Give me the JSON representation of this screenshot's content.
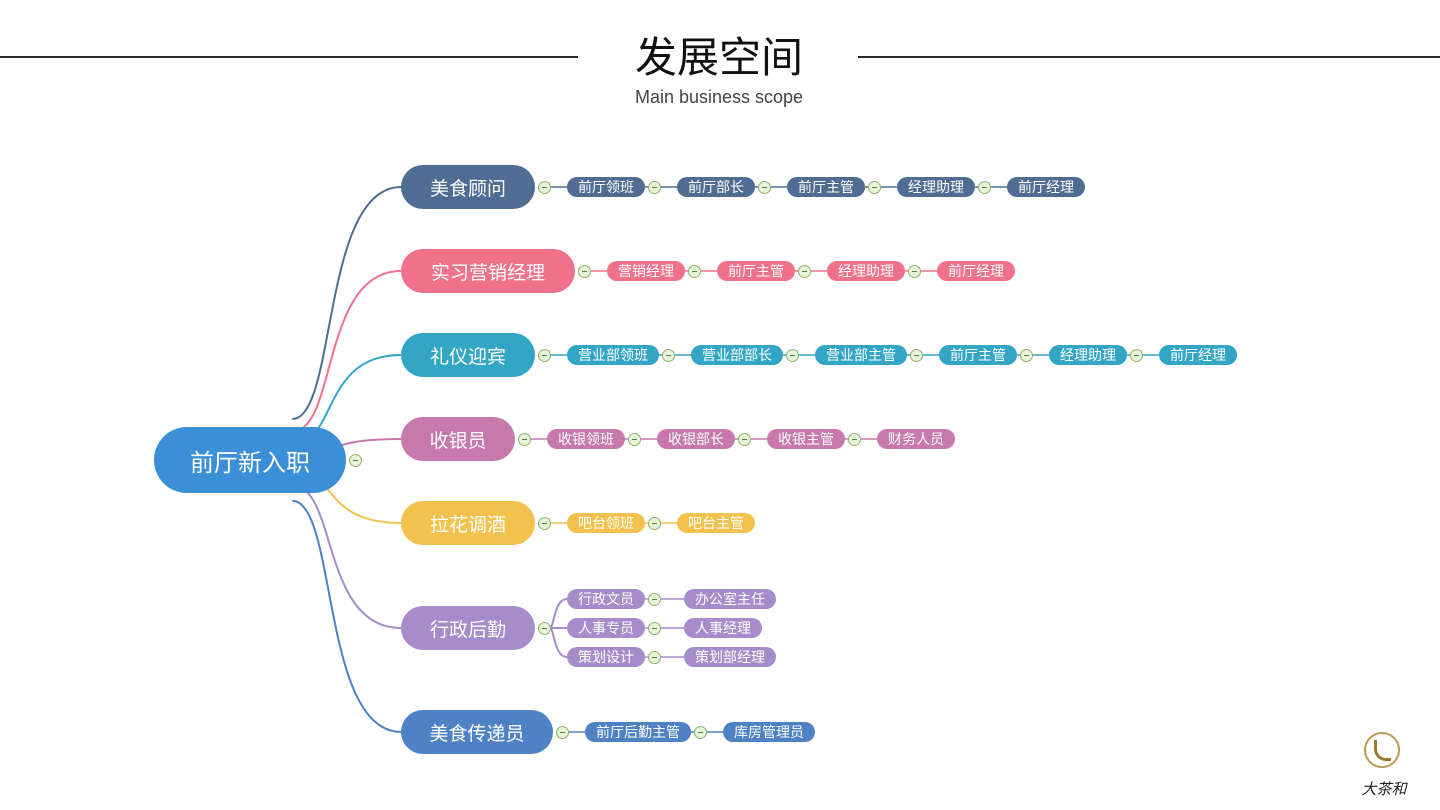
{
  "header": {
    "title": "发展空间",
    "subtitle": "Main business scope"
  },
  "root": {
    "label": "前厅新入职",
    "color": "#3a8fd6"
  },
  "branches": [
    {
      "label": "美食顾问",
      "color": "#4f6d92",
      "chain": [
        "前厅领班",
        "前厅部长",
        "前厅主管",
        "经理助理",
        "前厅经理"
      ]
    },
    {
      "label": "实习营销经理",
      "color": "#f0718a",
      "chain": [
        "营销经理",
        "前厅主管",
        "经理助理",
        "前厅经理"
      ]
    },
    {
      "label": "礼仪迎宾",
      "color": "#33a6c6",
      "chain": [
        "营业部领班",
        "营业部部长",
        "营业部主管",
        "前厅主管",
        "经理助理",
        "前厅经理"
      ]
    },
    {
      "label": "收银员",
      "color": "#c779ad",
      "chain": [
        "收银领班",
        "收银部长",
        "收银主管",
        "财务人员"
      ]
    },
    {
      "label": "拉花调酒",
      "color": "#f3c14d",
      "chain": [
        "吧台领班",
        "吧台主管"
      ]
    },
    {
      "label": "行政后勤",
      "color": "#a68ccb",
      "rows": [
        [
          "行政文员",
          "办公室主任"
        ],
        [
          "人事专员",
          "人事经理"
        ],
        [
          "策划设计",
          "策划部经理"
        ]
      ]
    },
    {
      "label": "美食传递员",
      "color": "#4e82c4",
      "chain": [
        "前厅后勤主管",
        "库房管理员"
      ]
    }
  ],
  "logo": {
    "text": "大茶和",
    "color": "#b89a55"
  }
}
